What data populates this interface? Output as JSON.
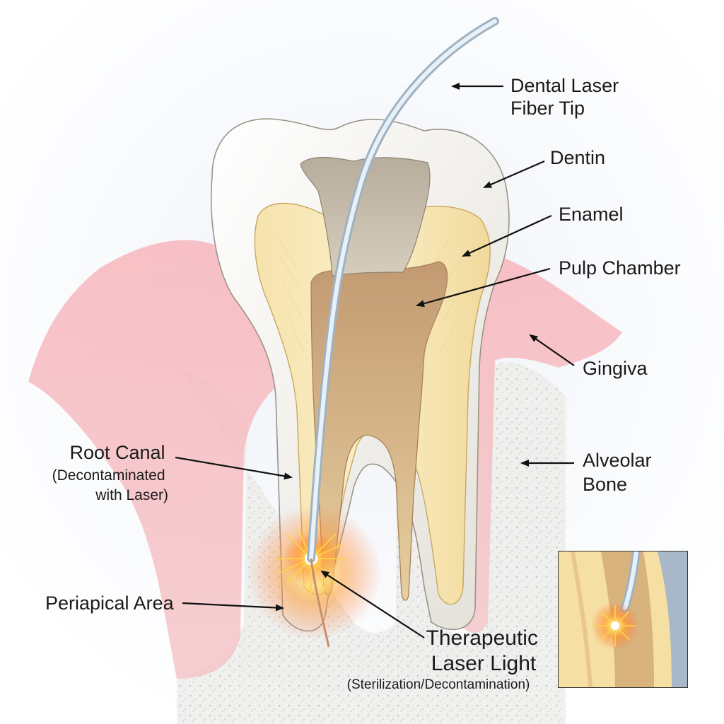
{
  "labels": {
    "fiber_tip": [
      "Dental Laser",
      "Fiber Tip"
    ],
    "dentin": "Dentin",
    "enamel": "Enamel",
    "pulp_chamber": "Pulp Chamber",
    "gingiva": "Gingiva",
    "alveolar_bone": [
      "Alveolar",
      "Bone"
    ],
    "root_canal": [
      "Root Canal",
      "(Decontaminated",
      "with Laser)"
    ],
    "periapical_area": "Periapical Area",
    "laser_light": [
      "Therapeutic",
      "Laser Light"
    ],
    "laser_light_note": "(Sterilization/Decontamination)"
  },
  "colors": {
    "enamel": "#f1efe9",
    "dentin": "#f3dfa6",
    "pulp": "#c9a27a",
    "gingiva": "#f0a0a8",
    "bone": "#ececea",
    "laser": "#ff9a2a",
    "fiber": "#cfe0ee",
    "inset_blue": "#a8b8c8"
  }
}
